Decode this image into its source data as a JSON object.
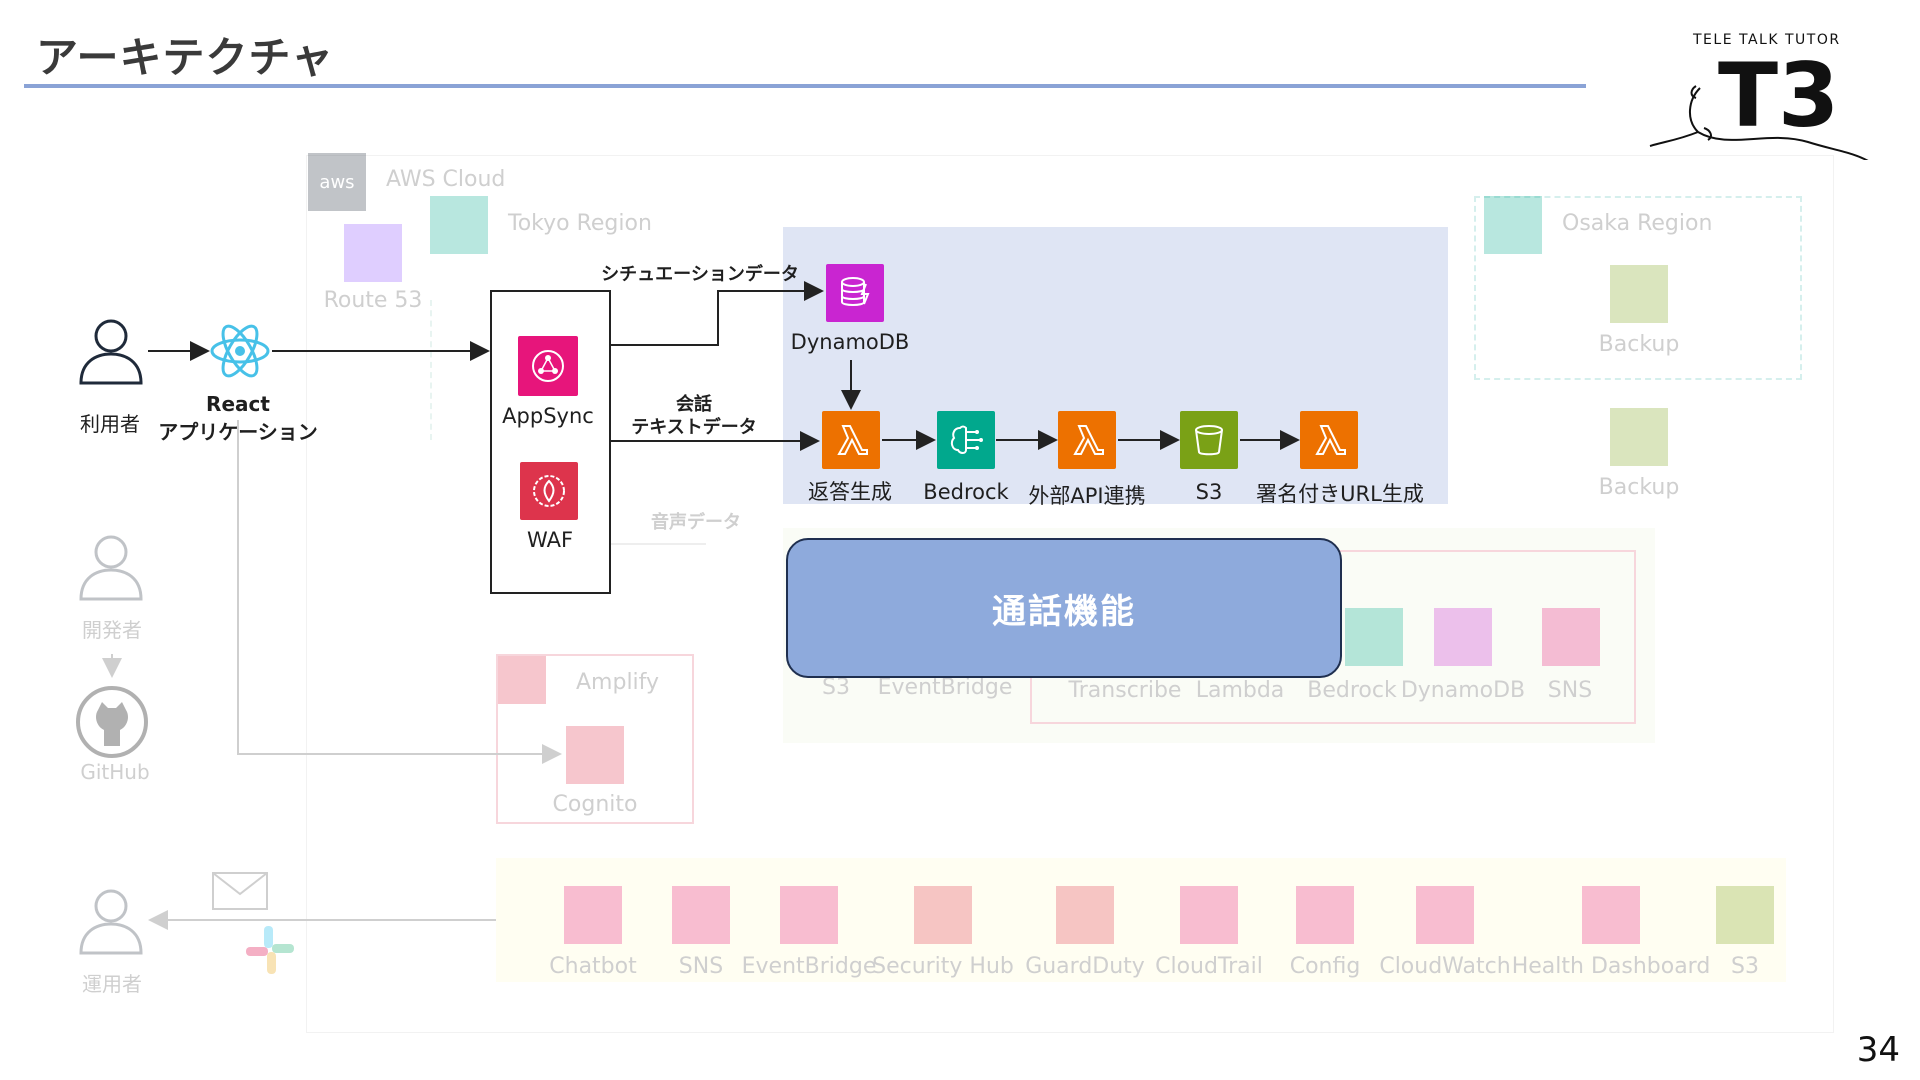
{
  "slide": {
    "title": "アーキテクチャ",
    "page_number": "34"
  },
  "logo": {
    "sub": "TELE TALK TUTOR",
    "main": "T3"
  },
  "actors": {
    "user": "利用者",
    "developer": "開発者",
    "operator": "運用者"
  },
  "client": {
    "line1": "React",
    "line2": "アプリケーション"
  },
  "github": "GitHub",
  "containers": {
    "aws_cloud": "AWS Cloud",
    "tokyo_region": "Tokyo Region",
    "osaka_region": "Osaka Region"
  },
  "route53": "Route 53",
  "api_box": {
    "appsync": "AppSync",
    "waf": "WAF"
  },
  "flow_labels": {
    "situation": "シチュエーションデータ",
    "conversation_1": "会話",
    "conversation_2": "テキストデータ",
    "voice": "音声データ"
  },
  "main_flow": {
    "dynamodb": "DynamoDB",
    "reply": "返答生成",
    "bedrock": "Bedrock",
    "external_api": "外部API連携",
    "s3": "S3",
    "signed_url": "署名付きURL生成"
  },
  "call_feature": "通話機能",
  "voice_flow": [
    "S3",
    "EventBridge",
    "Transcribe",
    "Lambda",
    "Bedrock",
    "DynamoDB",
    "SNS"
  ],
  "backup": [
    "Backup",
    "Backup"
  ],
  "auth": {
    "amplify": "Amplify",
    "cognito": "Cognito"
  },
  "ops": [
    "Chatbot",
    "SNS",
    "EventBridge",
    "Security Hub",
    "GuardDuty",
    "CloudTrail",
    "Config",
    "CloudWatch",
    "Health Dashboard",
    "S3"
  ],
  "colors": {
    "highlight_region": "#dfe5f4",
    "callbox_fill": "#8eaadc",
    "title_rule": "#8aa3d6",
    "lambda": "#ed7100",
    "bedrock": "#01a88d",
    "s3": "#7aa116",
    "dynamodb": "#c925d1",
    "appsync": "#e7157b",
    "waf": "#dd344c"
  }
}
